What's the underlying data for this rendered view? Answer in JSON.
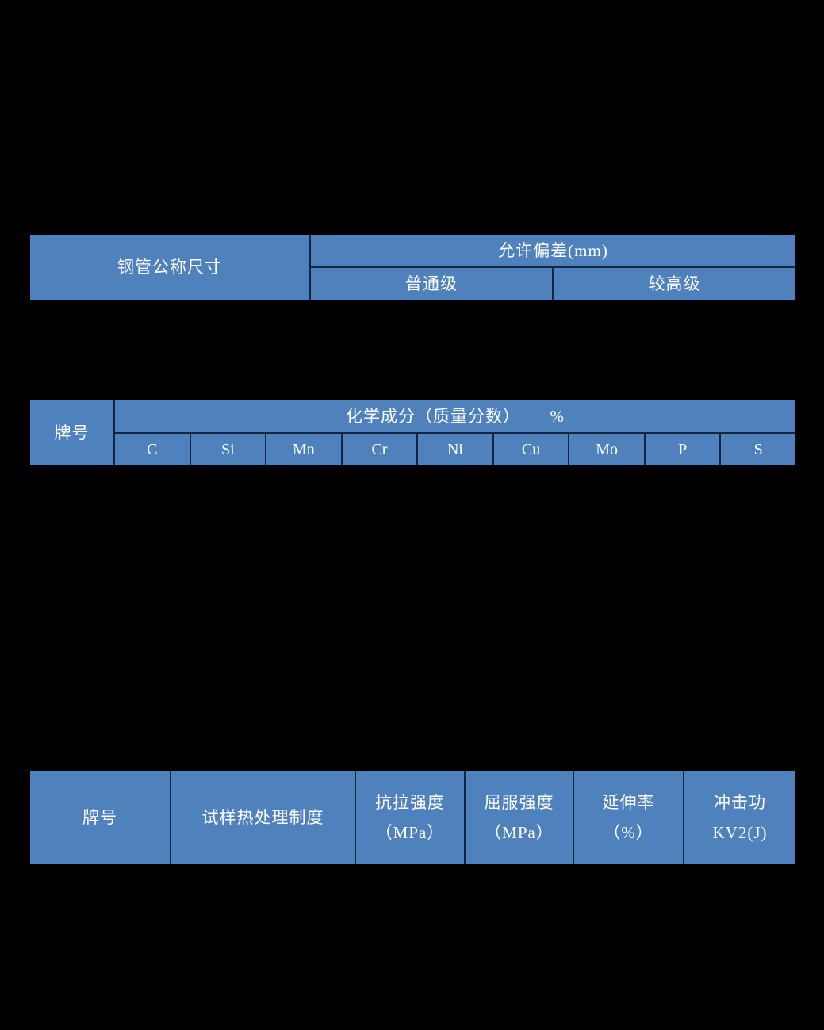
{
  "colors": {
    "page_background": "#000000",
    "header_fill": "#4f81bd",
    "table_border": "#13253f",
    "text": "#ffffff"
  },
  "table_pipe_tolerance": {
    "pipe_size_label": "钢管公称尺寸",
    "tolerance_label": "允许偏差(mm)",
    "grades": [
      "普通级",
      "较高级"
    ]
  },
  "table_chemical": {
    "grade_label": "牌号",
    "composition_label": "化学成分（质量分数）      %",
    "elements": [
      "C",
      "Si",
      "Mn",
      "Cr",
      "Ni",
      "Cu",
      "Mo",
      "P",
      "S"
    ]
  },
  "table_mechanical": {
    "columns": [
      {
        "line1": "牌号",
        "line2": ""
      },
      {
        "line1": "试样热处理制度",
        "line2": ""
      },
      {
        "line1": "抗拉强度",
        "line2": "（MPa）"
      },
      {
        "line1": "屈服强度",
        "line2": "（MPa）"
      },
      {
        "line1": "延伸率",
        "line2": "（%）"
      },
      {
        "line1": "冲击功",
        "line2": "KV2(J)"
      }
    ]
  }
}
